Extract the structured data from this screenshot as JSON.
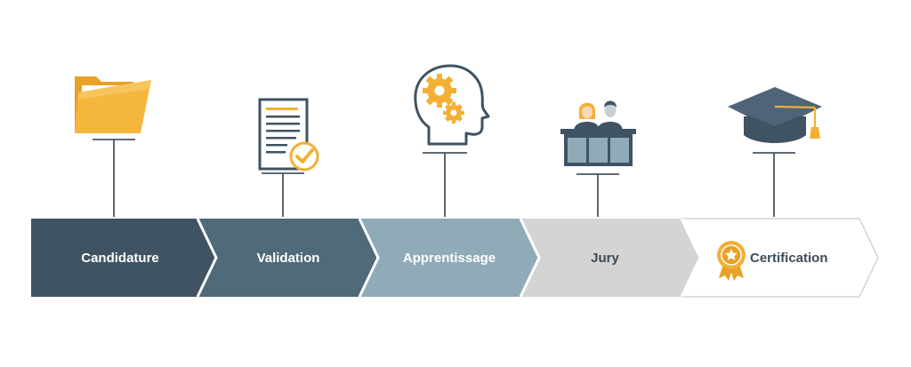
{
  "steps": [
    {
      "label": "Candidature",
      "icon": "folder-icon",
      "fill": "#3f5363",
      "text_color": "#ffffff"
    },
    {
      "label": "Validation",
      "icon": "document-check-icon",
      "fill": "#4f6a78",
      "text_color": "#ffffff"
    },
    {
      "label": "Apprentissage",
      "icon": "head-gears-icon",
      "fill": "#8fabb8",
      "text_color": "#ffffff"
    },
    {
      "label": "Jury",
      "icon": "jury-panel-icon",
      "fill": "#d4d4d4",
      "text_color": "#3b4b58"
    },
    {
      "label": "Certification",
      "icon": "graduation-cap-icon",
      "fill": "#ffffff",
      "text_color": "#3b4b58",
      "badge_icon": "award-medal-icon"
    }
  ],
  "colors": {
    "dark_slate": "#3f5363",
    "accent_orange": "#f2b035",
    "line_gray": "#4a5560",
    "border_gray": "#c9c9c9"
  }
}
